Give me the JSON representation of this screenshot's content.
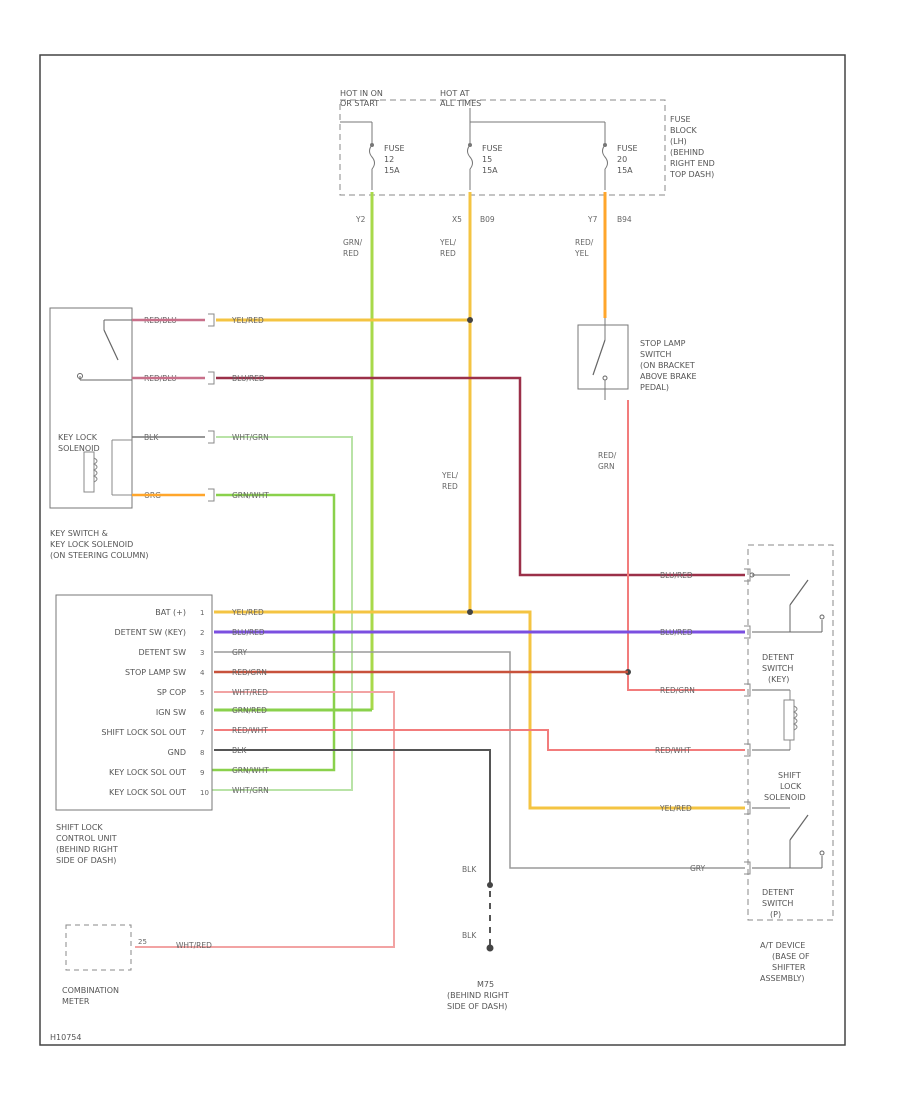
{
  "labels": {
    "hot_run": "HOT IN ON",
    "hot_run2": "OR START",
    "hot_all": "HOT AT",
    "hot_all2": "ALL TIMES",
    "fuse_block": [
      "FUSE",
      "BLOCK",
      "(LH)",
      "(BEHIND",
      "RIGHT END",
      "TOP DASH)"
    ],
    "fuse1": [
      "FUSE",
      "12",
      "15A"
    ],
    "fuse2": [
      "FUSE",
      "15",
      "15A"
    ],
    "fuse3": [
      "FUSE",
      "20",
      "15A"
    ],
    "key_switch_title": [
      "KEY SWITCH &",
      "KEY LOCK SOLENOID",
      "(ON STEERING COLUMN)"
    ],
    "key_lock_solenoid": [
      "KEY LOCK",
      "SOLENOID"
    ],
    "stop_lamp_switch": [
      "STOP LAMP",
      "SWITCH",
      "(ON BRACKET",
      "ABOVE BRAKE",
      "PEDAL)"
    ],
    "control_unit_title": [
      "SHIFT LOCK",
      "CONTROL UNIT",
      "(BEHIND RIGHT",
      "SIDE OF DASH)"
    ],
    "control_unit_pins": [
      "BAT (+)",
      "DETENT SW (KEY)",
      "DETENT SW",
      "STOP LAMP SW",
      "SP COP",
      "IGN SW",
      "SHIFT LOCK SOL OUT",
      "GND",
      "KEY LOCK SOL OUT",
      "KEY LOCK SOL OUT"
    ],
    "control_unit_pin_nums": [
      "1",
      "2",
      "3",
      "4",
      "5",
      "6",
      "7",
      "8",
      "9",
      "10"
    ],
    "detent_switch_upper": [
      "DETENT",
      "SWITCH",
      "(KEY)"
    ],
    "shift_lock_solenoid": [
      "SHIFT",
      "LOCK",
      "SOLENOID"
    ],
    "detent_switch_lower": [
      "DETENT",
      "SWITCH",
      "(P)"
    ],
    "at_device": [
      "A/T DEVICE",
      "(BASE OF",
      "SHIFTER",
      "ASSEMBLY)"
    ],
    "combination_meter": [
      "COMBINATION",
      "METER"
    ],
    "ground": [
      "M75",
      "(BEHIND RIGHT",
      "SIDE OF DASH)"
    ],
    "footer": "H10754"
  },
  "wires": {
    "w1": "YEL/RED",
    "w2": "BLU/RED",
    "w3": "WHT/GRN",
    "w4": "GRN/WHT",
    "w5": "GRY",
    "w6": "RED/GRN",
    "w7": "WHT/RED",
    "w8": "GRN/RED",
    "w9": "RED/WHT",
    "w10": "BLK",
    "ks1": "RED/BLU",
    "ks2": "RED/BLU",
    "ks3": "BLK",
    "ks4": "ORG",
    "f1a": "GRN/",
    "f1b": "RED",
    "f2a": "YEL/",
    "f2b": "RED",
    "f3a": "RED/",
    "f3b": "YEL",
    "c1": "Y2",
    "c2": "X5",
    "c3": "Y7",
    "c4": "B09",
    "c5": "B94",
    "mid": [
      "YEL/",
      "RED"
    ],
    "stop_out": [
      "RED/",
      "GRN"
    ],
    "gnd1": "BLK",
    "gnd2": "BLK",
    "meter_wire": "WHT/RED",
    "meter_pin": "25"
  },
  "colors": {
    "yellow": "#f4c442",
    "orange": "#ffa62b",
    "maroon": "#9b3049",
    "purple": "#7b4fe0",
    "green": "#8ad14c",
    "lime": "#a8d94a",
    "gray": "#9a9a9a",
    "red": "#f27c7c",
    "darkred": "#c8523c",
    "black": "#555555"
  }
}
